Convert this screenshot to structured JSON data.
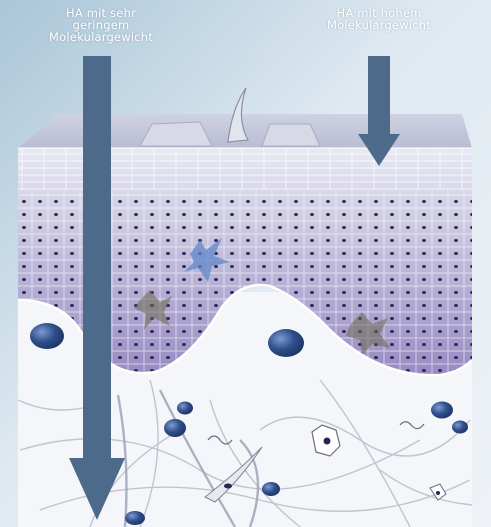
{
  "labels": {
    "low_mw": [
      "HA mit sehr",
      "geringem",
      "Molekulargewicht"
    ],
    "high_mw": [
      "HA mit hohem",
      "Molekulargewicht"
    ]
  },
  "colors": {
    "arrow": "#4e6a8a",
    "skin_top": "#e6e8f2",
    "skin_bottom": "#9a8fc4",
    "dermis": "#f1f3f7",
    "nucleus": "#2a2550",
    "ha_droplet": "#2f4e8a"
  }
}
